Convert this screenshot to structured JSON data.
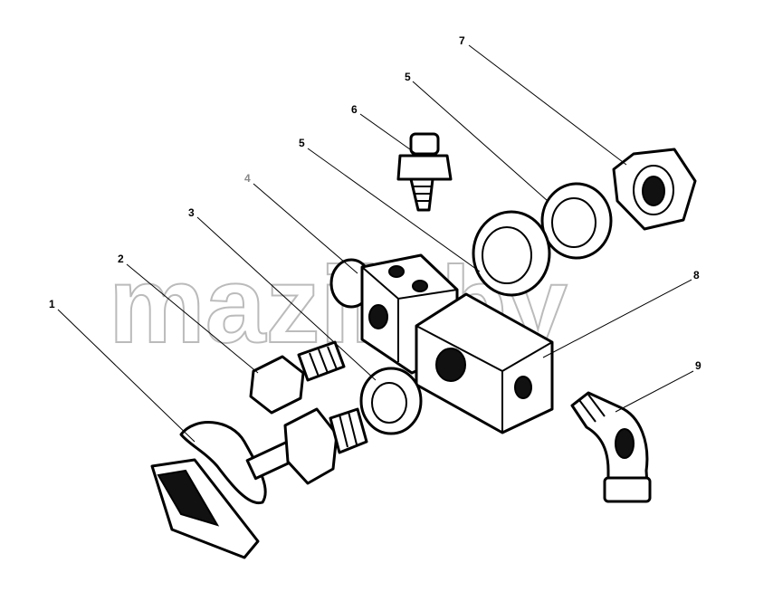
{
  "watermark": "mazik.by",
  "callouts": [
    {
      "id": "1",
      "text": "1"
    },
    {
      "id": "2",
      "text": "2"
    },
    {
      "id": "3",
      "text": "3"
    },
    {
      "id": "4",
      "text": "4"
    },
    {
      "id": "5a",
      "text": "5"
    },
    {
      "id": "5b",
      "text": "5"
    },
    {
      "id": "6",
      "text": "6"
    },
    {
      "id": "7",
      "text": "7"
    },
    {
      "id": "8",
      "text": "8"
    },
    {
      "id": "9",
      "text": "9"
    }
  ]
}
